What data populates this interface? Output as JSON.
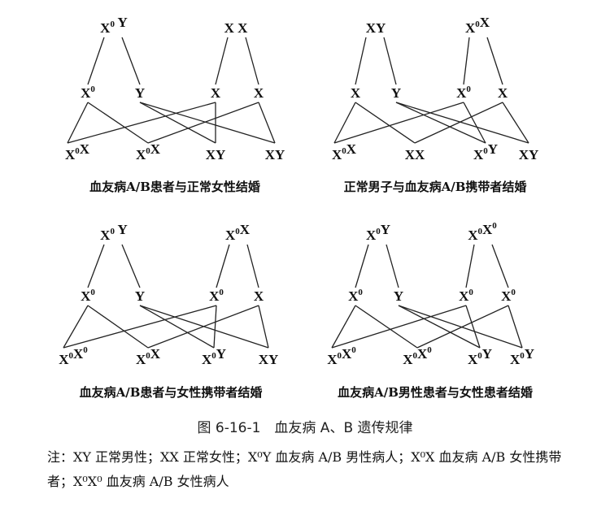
{
  "figure_title": "图 6-16-1　血友病 A、B 遗传规律",
  "note": "注：XY 正常男性；XX 正常女性；X⁰Y 血友病 A/B 男性病人；X⁰X 血友病 A/B 女性携带者；X⁰X⁰ 血友病 A/B 女性病人",
  "crosses": [
    {
      "id": "cross-1",
      "caption": "血友病A/B患者与正常女性结婚",
      "parents": [
        {
          "base": "X",
          "sup": "0",
          "rest": " Y"
        },
        {
          "base": "X X",
          "sup": "",
          "rest": ""
        }
      ],
      "gametes": [
        {
          "base": "X",
          "sup": "0",
          "rest": ""
        },
        {
          "base": "Y",
          "sup": "",
          "rest": ""
        },
        {
          "base": "X",
          "sup": "",
          "rest": ""
        },
        {
          "base": "X",
          "sup": "",
          "rest": ""
        }
      ],
      "offspring": [
        {
          "base": "X",
          "sup": "0",
          "rest": "X"
        },
        {
          "base": "X",
          "sup": "0",
          "rest": "X"
        },
        {
          "base": "XY",
          "sup": "",
          "rest": ""
        },
        {
          "base": "XY",
          "sup": "",
          "rest": ""
        }
      ]
    },
    {
      "id": "cross-2",
      "caption": "正常男子与血友病A/B携带者结婚",
      "parents": [
        {
          "base": "XY",
          "sup": "",
          "rest": ""
        },
        {
          "base": "X",
          "sup": "0",
          "rest": "X"
        }
      ],
      "gametes": [
        {
          "base": "X",
          "sup": "",
          "rest": ""
        },
        {
          "base": "Y",
          "sup": "",
          "rest": ""
        },
        {
          "base": "X",
          "sup": "0",
          "rest": ""
        },
        {
          "base": "X",
          "sup": "",
          "rest": ""
        }
      ],
      "offspring": [
        {
          "base": "X",
          "sup": "0",
          "rest": "X"
        },
        {
          "base": "XX",
          "sup": "",
          "rest": ""
        },
        {
          "base": "X",
          "sup": "0",
          "rest": "Y"
        },
        {
          "base": "XY",
          "sup": "",
          "rest": ""
        }
      ]
    },
    {
      "id": "cross-3",
      "caption": "血友病A/B患者与女性携带者结婚",
      "parents": [
        {
          "base": "X",
          "sup": "0",
          "rest": " Y"
        },
        {
          "base": "X",
          "sup": "0",
          "rest": "X"
        }
      ],
      "gametes": [
        {
          "base": "X",
          "sup": "0",
          "rest": ""
        },
        {
          "base": "Y",
          "sup": "",
          "rest": ""
        },
        {
          "base": "X",
          "sup": "0",
          "rest": ""
        },
        {
          "base": "X",
          "sup": "",
          "rest": ""
        }
      ],
      "offspring": [
        {
          "base": "X",
          "sup": "0",
          "rest": "X",
          "sup2": "0"
        },
        {
          "base": "X",
          "sup": "0",
          "rest": "X"
        },
        {
          "base": "X",
          "sup": "0",
          "rest": "Y"
        },
        {
          "base": "XY",
          "sup": "",
          "rest": ""
        }
      ]
    },
    {
      "id": "cross-4",
      "caption": "血友病A/B男性患者与女性患者结婚",
      "parents": [
        {
          "base": "X",
          "sup": "0",
          "rest": "Y"
        },
        {
          "base": "X",
          "sup": "0",
          "rest": "X",
          "sup2": "0"
        }
      ],
      "gametes": [
        {
          "base": "X",
          "sup": "0",
          "rest": ""
        },
        {
          "base": "Y",
          "sup": "",
          "rest": ""
        },
        {
          "base": "X",
          "sup": "0",
          "rest": ""
        },
        {
          "base": "X",
          "sup": "0",
          "rest": ""
        }
      ],
      "offspring": [
        {
          "base": "X",
          "sup": "0",
          "rest": "X",
          "sup2": "0"
        },
        {
          "base": "X",
          "sup": "0",
          "rest": "X",
          "sup2": "0"
        },
        {
          "base": "X",
          "sup": "0",
          "rest": "Y"
        },
        {
          "base": "X",
          "sup": "0",
          "rest": "Y"
        }
      ]
    }
  ]
}
